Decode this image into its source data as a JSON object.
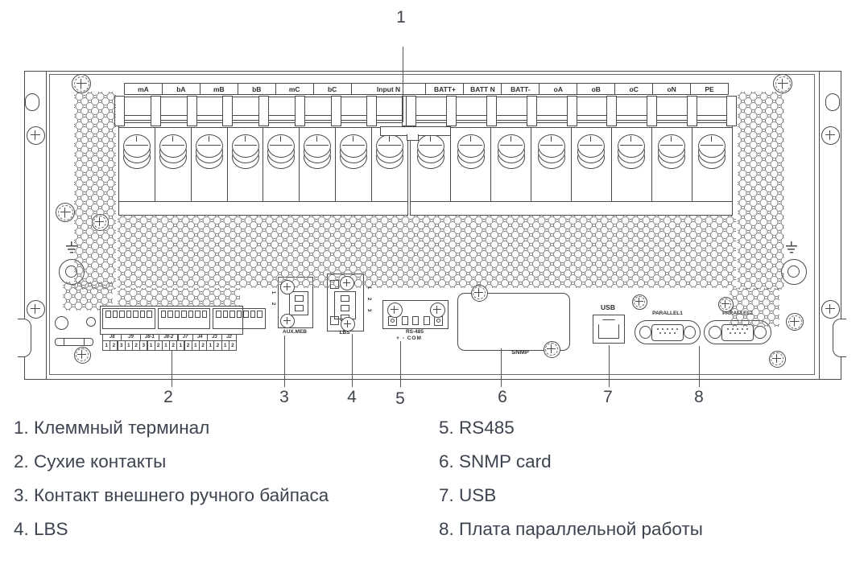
{
  "colors": {
    "line": "#4a4a4a",
    "legend_text": "#3d4450"
  },
  "callouts": {
    "top": [
      {
        "label": "1"
      }
    ],
    "bottom": [
      {
        "label": "2"
      },
      {
        "label": "3"
      },
      {
        "label": "4"
      },
      {
        "label": "5"
      },
      {
        "label": "6"
      },
      {
        "label": "7"
      },
      {
        "label": "8"
      }
    ]
  },
  "terminal_strip": {
    "labels": [
      {
        "text": "mA",
        "span": 1
      },
      {
        "text": "bA",
        "span": 1
      },
      {
        "text": "mB",
        "span": 1
      },
      {
        "text": "bB",
        "span": 1
      },
      {
        "text": "mC",
        "span": 1
      },
      {
        "text": "bC",
        "span": 1
      },
      {
        "text": "Input  N",
        "span": 2
      },
      {
        "text": "BATT+",
        "span": 1
      },
      {
        "text": "BATT N",
        "span": 1
      },
      {
        "text": "BATT-",
        "span": 1
      },
      {
        "text": "oA",
        "span": 1
      },
      {
        "text": "oB",
        "span": 1
      },
      {
        "text": "oC",
        "span": 1
      },
      {
        "text": "oN",
        "span": 1
      },
      {
        "text": "PE",
        "span": 1
      }
    ]
  },
  "dry_contacts": {
    "headers": [
      {
        "label": "J8",
        "span": 3
      },
      {
        "label": "J9",
        "span": 3
      },
      {
        "label": "J8-1",
        "span": 2
      },
      {
        "label": "J8-2",
        "span": 2
      },
      {
        "label": "J7",
        "span": 2
      },
      {
        "label": "J4",
        "span": 2
      },
      {
        "label": "J3",
        "span": 2
      },
      {
        "label": "J2",
        "span": 2
      }
    ],
    "pin_row": [
      "1",
      "2",
      "3",
      "1",
      "2",
      "3",
      "1",
      "2",
      "1",
      "2",
      "1",
      "2",
      "1",
      "2",
      "1",
      "2",
      "1",
      "2"
    ]
  },
  "aux": {
    "label": "AUX.MEB",
    "pins": [
      "1",
      "2"
    ]
  },
  "lbs": {
    "label": "LBS",
    "pins": [
      "1",
      "2",
      "3"
    ]
  },
  "rs485": {
    "label": "RS-485",
    "sub": "+  -   COM"
  },
  "snmp": {
    "label": "SNMP"
  },
  "usb": {
    "label": "USB"
  },
  "parallel": {
    "label1": "PARALLEL1",
    "label2": "PARALLEL2"
  },
  "legend": {
    "left": [
      "1. Клеммный терминал",
      "2. Сухие контакты",
      "3. Контакт внешнего ручного байпаса",
      "4. LBS"
    ],
    "right": [
      "5. RS485",
      "6. SNMP card",
      "7. USB",
      "8. Плата параллельной работы"
    ]
  }
}
